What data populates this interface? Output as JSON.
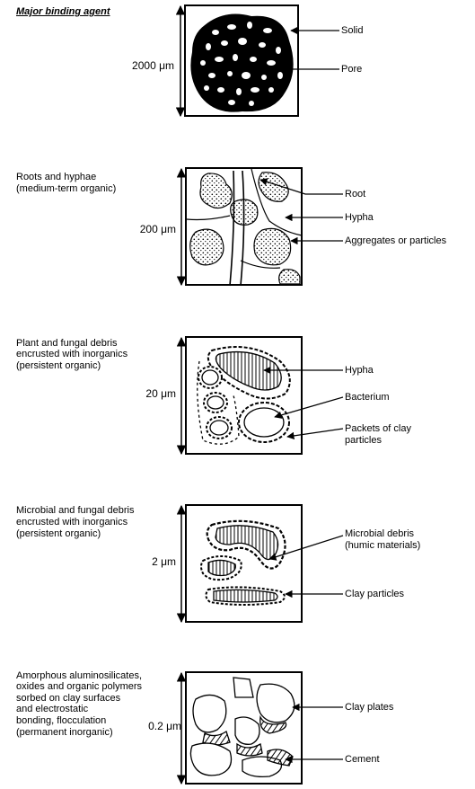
{
  "heading": "Major binding agent",
  "panels": [
    {
      "agent_lines": [],
      "scale": "2000 μm",
      "labels": [
        "Solid",
        "Pore"
      ]
    },
    {
      "agent_lines": [
        "Roots and hyphae",
        "(medium-term organic)"
      ],
      "scale": "200 μm",
      "labels": [
        "Root",
        "Hypha",
        "Aggregates or particles"
      ]
    },
    {
      "agent_lines": [
        "Plant and fungal debris",
        "encrusted with inorganics",
        "(persistent organic)"
      ],
      "scale": "20 μm",
      "labels": [
        "Hypha",
        "Bacterium",
        "Packets of clay",
        "particles"
      ]
    },
    {
      "agent_lines": [
        "Microbial and fungal debris",
        "encrusted with inorganics",
        "(persistent organic)"
      ],
      "scale": "2 μm",
      "labels": [
        "Microbial debris",
        "(humic materials)",
        "Clay particles"
      ]
    },
    {
      "agent_lines": [
        "Amorphous aluminosilicates,",
        "oxides and organic polymers",
        "sorbed on clay surfaces",
        "and electrostatic",
        "bonding, flocculation",
        "(permanent inorganic)"
      ],
      "scale": "0.2 μm",
      "labels": [
        "Clay plates",
        "Cement"
      ]
    }
  ]
}
